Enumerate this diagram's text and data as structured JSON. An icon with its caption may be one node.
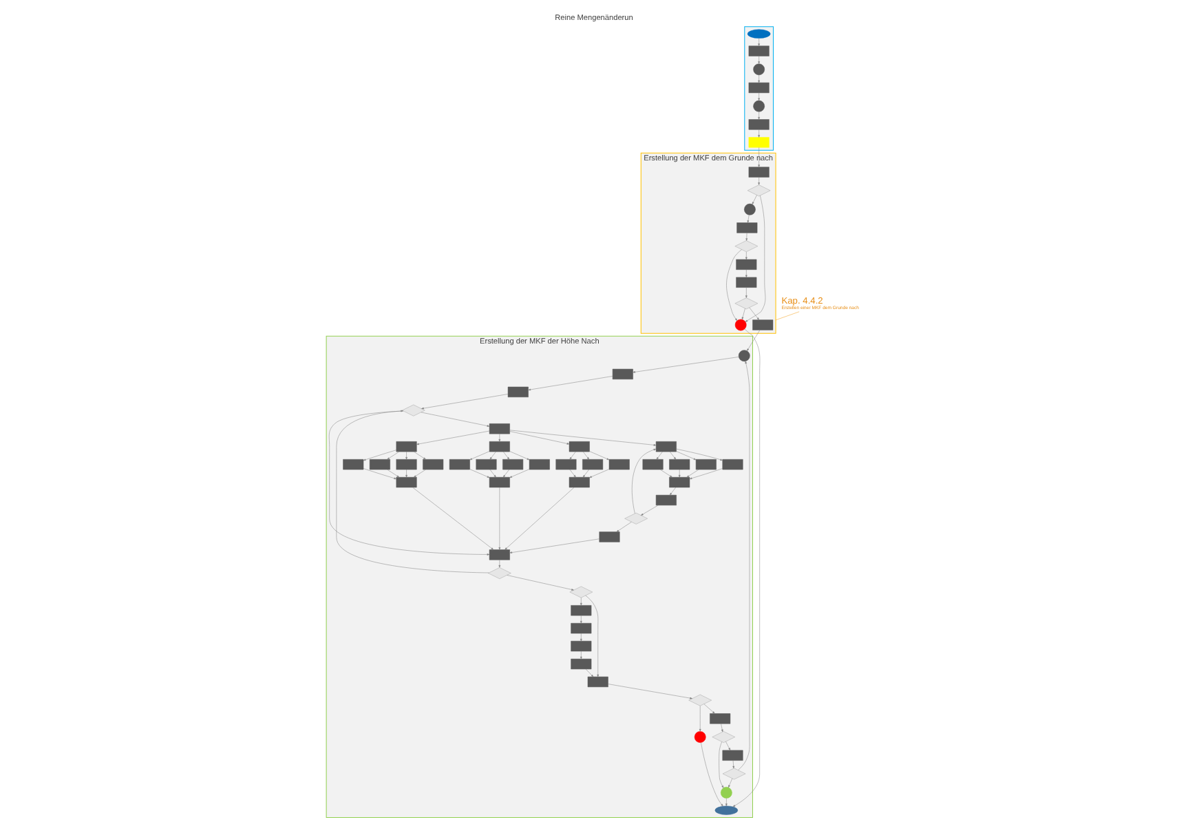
{
  "diagram": {
    "title": "Reine Mengenänderun",
    "nodes": [
      {
        "text": [],
        "shape": "box"
      },
      {
        "text": [
          "Erstellung der MKF dem Grunde nach"
        ]
      },
      {
        "text": [
          "Erstellung der MKF der Höhe Nach"
        ]
      },
      {
        "text": [],
        "shape": "oval",
        "in": 0
      },
      {
        "text": [],
        "shape": "box",
        "in": 0
      },
      {
        "text": [],
        "shape": "circle",
        "in": 0
      },
      {
        "text": [],
        "shape": "box",
        "in": 0
      },
      {
        "text": [],
        "shape": "circle",
        "in": 0
      },
      {
        "text": [],
        "shape": "box",
        "in": 0
      },
      {
        "text": [],
        "shape": "box",
        "in": 0
      },
      {
        "text": [],
        "shape": "box",
        "in": 1
      },
      {
        "text": [],
        "shape": "diamond",
        "in": 1
      },
      {
        "text": [],
        "shape": "box",
        "in": 1
      },
      {
        "text": [],
        "shape": "box",
        "in": 1
      },
      {
        "text": [],
        "shape": "diamond",
        "in": 1
      },
      {
        "text": [],
        "shape": "box",
        "in": 1
      },
      {
        "text": [],
        "shape": "circle",
        "in": 1
      },
      {
        "text": [],
        "shape": "diamond",
        "in": 1
      },
      {
        "text": [],
        "shape": "box",
        "in": 1
      },
      {
        "text": [],
        "shape": "circle",
        "in": 1
      },
      {
        "text": [],
        "shape": "circle",
        "in": 2
      },
      {
        "text": [],
        "shape": "box",
        "in": 2
      },
      {
        "text": [],
        "shape": "box",
        "in": 2
      },
      {
        "text": [],
        "shape": "box",
        "in": 2
      },
      {
        "text": [],
        "shape": "diamond",
        "in": 2
      },
      {
        "text": [],
        "shape": "box",
        "in": 2
      },
      {
        "text": [],
        "shape": "box",
        "in": 2
      },
      {
        "text": [],
        "shape": "box",
        "in": 2
      },
      {
        "text": [],
        "shape": "box",
        "in": 2
      },
      {
        "text": [],
        "shape": "box",
        "in": 2
      },
      {
        "text": [],
        "shape": "box",
        "in": 2
      },
      {
        "text": [],
        "shape": "box",
        "in": 2
      },
      {
        "text": [],
        "shape": "diamond",
        "in": 2
      },
      {
        "text": [],
        "shape": "box",
        "in": 2
      },
      {
        "text": [],
        "shape": "box",
        "in": 2
      },
      {
        "text": [],
        "shape": "box",
        "in": 2
      },
      {
        "text": [],
        "shape": "box",
        "in": 2
      },
      {
        "text": [],
        "shape": "box",
        "in": 2
      },
      {
        "text": [],
        "shape": "box",
        "in": 2
      },
      {
        "text": [],
        "shape": "box",
        "in": 2
      },
      {
        "text": [],
        "shape": "box",
        "in": 2
      },
      {
        "text": [],
        "shape": "box",
        "in": 2
      },
      {
        "text": [],
        "shape": "box",
        "in": 2
      },
      {
        "text": [],
        "shape": "box",
        "in": 2
      },
      {
        "text": [],
        "shape": "box",
        "in": 2
      },
      {
        "text": [],
        "shape": "box",
        "in": 2
      },
      {
        "text": [],
        "shape": "box",
        "in": 2
      },
      {
        "text": [],
        "shape": "box",
        "in": 2
      },
      {
        "text": [],
        "shape": "box",
        "in": 2
      },
      {
        "text": [],
        "shape": "box",
        "in": 2
      },
      {
        "text": [],
        "shape": "box",
        "in": 2
      },
      {
        "text": [],
        "shape": "box",
        "in": 2
      },
      {
        "text": [],
        "shape": "diamond",
        "in": 2
      },
      {
        "text": [],
        "shape": "diamond",
        "in": 2
      },
      {
        "text": [],
        "shape": "box",
        "in": 2
      },
      {
        "text": [],
        "shape": "box",
        "in": 2
      },
      {
        "text": [],
        "shape": "box",
        "in": 2
      },
      {
        "text": [],
        "shape": "box",
        "in": 2
      },
      {
        "text": [],
        "shape": "box",
        "in": 2
      },
      {
        "text": [],
        "shape": "diamond",
        "in": 2
      },
      {
        "text": [],
        "shape": "box",
        "in": 2
      },
      {
        "text": [],
        "shape": "diamond",
        "in": 2
      },
      {
        "text": [],
        "shape": "box",
        "in": 2
      },
      {
        "text": [],
        "shape": "diamond",
        "in": 2
      },
      {
        "text": [],
        "shape": "circle",
        "in": 2
      },
      {
        "text": [],
        "shape": "circle",
        "in": 2
      },
      {
        "text": [],
        "shape": "oval",
        "in": 2
      },
      {
        "text": [
          "Kap. 4.4.2",
          "Erstellen einer MKF dem Grunde nach"
        ]
      }
    ],
    "edges": [
      {
        "from": 3,
        "to": 4,
        "arrow": "to"
      },
      {
        "from": 4,
        "to": 5,
        "arrow": "to"
      },
      {
        "from": 5,
        "to": 6,
        "arrow": "to"
      },
      {
        "from": 6,
        "to": 7,
        "arrow": "to"
      },
      {
        "from": 7,
        "to": 8,
        "arrow": "to"
      },
      {
        "from": 8,
        "to": 9,
        "arrow": "to"
      },
      {
        "from": 9,
        "to": 18,
        "arrow": "to"
      },
      {
        "from": 18,
        "to": 17,
        "arrow": "to"
      },
      {
        "from": 17,
        "to": 16,
        "arrow": "to"
      },
      {
        "from": 16,
        "to": 15,
        "arrow": "to"
      },
      {
        "from": 15,
        "to": 14,
        "arrow": "to"
      },
      {
        "from": 14,
        "to": 13,
        "arrow": "to"
      },
      {
        "from": 13,
        "to": 12,
        "arrow": "to"
      },
      {
        "from": 12,
        "to": 11,
        "arrow": "to"
      },
      {
        "from": 11,
        "to": 10,
        "arrow": "to"
      },
      {
        "from": 11,
        "to": 19,
        "arrow": "to"
      },
      {
        "from": 14,
        "to": 19,
        "arrow": "to"
      },
      {
        "from": 17,
        "to": 19,
        "arrow": "to"
      },
      {
        "from": 10,
        "to": 20,
        "arrow": "to"
      },
      {
        "from": 20,
        "to": 22,
        "arrow": "to"
      },
      {
        "from": 22,
        "to": 23,
        "arrow": "to"
      },
      {
        "from": 23,
        "to": 24,
        "arrow": "to"
      },
      {
        "from": 24,
        "to": 21,
        "arrow": "to"
      },
      {
        "from": 21,
        "to": 25,
        "arrow": "to"
      },
      {
        "from": 21,
        "to": 33,
        "arrow": "to"
      },
      {
        "from": 21,
        "to": 39,
        "arrow": "to"
      },
      {
        "from": 21,
        "to": 45,
        "arrow": "to"
      },
      {
        "from": 25,
        "to": 26,
        "arrow": "to"
      },
      {
        "from": 25,
        "to": 27,
        "arrow": "to"
      },
      {
        "from": 25,
        "to": 28,
        "arrow": "to"
      },
      {
        "from": 25,
        "to": 29,
        "arrow": "to"
      },
      {
        "from": 26,
        "to": 30,
        "arrow": "to"
      },
      {
        "from": 27,
        "to": 30,
        "arrow": "to"
      },
      {
        "from": 28,
        "to": 30,
        "arrow": "to"
      },
      {
        "from": 29,
        "to": 30,
        "arrow": "to"
      },
      {
        "from": 30,
        "to": 31,
        "arrow": "to"
      },
      {
        "from": 31,
        "to": 32,
        "arrow": "to"
      },
      {
        "from": 32,
        "to": 25,
        "arrow": "to"
      },
      {
        "from": 32,
        "to": 50,
        "arrow": "to"
      },
      {
        "from": 33,
        "to": 34,
        "arrow": "to"
      },
      {
        "from": 33,
        "to": 35,
        "arrow": "to"
      },
      {
        "from": 33,
        "to": 36,
        "arrow": "to"
      },
      {
        "from": 33,
        "to": 37,
        "arrow": "to"
      },
      {
        "from": 34,
        "to": 38,
        "arrow": "to"
      },
      {
        "from": 35,
        "to": 38,
        "arrow": "to"
      },
      {
        "from": 36,
        "to": 38,
        "arrow": "to"
      },
      {
        "from": 37,
        "to": 38,
        "arrow": "to"
      },
      {
        "from": 39,
        "to": 40,
        "arrow": "to"
      },
      {
        "from": 39,
        "to": 41,
        "arrow": "to"
      },
      {
        "from": 39,
        "to": 42,
        "arrow": "to"
      },
      {
        "from": 39,
        "to": 43,
        "arrow": "to"
      },
      {
        "from": 40,
        "to": 44,
        "arrow": "to"
      },
      {
        "from": 41,
        "to": 44,
        "arrow": "to"
      },
      {
        "from": 42,
        "to": 44,
        "arrow": "to"
      },
      {
        "from": 43,
        "to": 44,
        "arrow": "to"
      },
      {
        "from": 45,
        "to": 46,
        "arrow": "to"
      },
      {
        "from": 45,
        "to": 47,
        "arrow": "to"
      },
      {
        "from": 45,
        "to": 48,
        "arrow": "to"
      },
      {
        "from": 46,
        "to": 49,
        "arrow": "to"
      },
      {
        "from": 47,
        "to": 49,
        "arrow": "to"
      },
      {
        "from": 48,
        "to": 49,
        "arrow": "to"
      },
      {
        "from": 50,
        "to": 51,
        "arrow": "to"
      },
      {
        "from": 38,
        "to": 51,
        "arrow": "to"
      },
      {
        "from": 44,
        "to": 51,
        "arrow": "to"
      },
      {
        "from": 49,
        "to": 51,
        "arrow": "to"
      },
      {
        "from": 24,
        "to": 51,
        "arrow": "to"
      },
      {
        "from": 51,
        "to": 52,
        "arrow": "to"
      },
      {
        "from": 52,
        "to": 24,
        "arrow": "to"
      },
      {
        "from": 52,
        "to": 53,
        "arrow": "to"
      },
      {
        "from": 53,
        "to": 54,
        "arrow": "to"
      },
      {
        "from": 53,
        "to": 58,
        "arrow": "to"
      },
      {
        "from": 58,
        "to": 57,
        "arrow": "to"
      },
      {
        "from": 57,
        "to": 56,
        "arrow": "to"
      },
      {
        "from": 56,
        "to": 55,
        "arrow": "to"
      },
      {
        "from": 55,
        "to": 54,
        "arrow": "to"
      },
      {
        "from": 54,
        "to": 59,
        "arrow": "to"
      },
      {
        "from": 59,
        "to": 60,
        "arrow": "to"
      },
      {
        "from": 59,
        "to": 64,
        "arrow": "to"
      },
      {
        "from": 60,
        "to": 61,
        "arrow": "to"
      },
      {
        "from": 61,
        "to": 62,
        "arrow": "to"
      },
      {
        "from": 61,
        "to": 65,
        "arrow": "to"
      },
      {
        "from": 62,
        "to": 63,
        "arrow": "to"
      },
      {
        "from": 63,
        "to": 20,
        "arrow": "to"
      },
      {
        "from": 63,
        "to": 65,
        "arrow": "to"
      },
      {
        "from": 65,
        "to": 66,
        "arrow": "to"
      },
      {
        "from": 64,
        "to": 66,
        "arrow": "to"
      },
      {
        "from": 19,
        "to": 66,
        "arrow": "to"
      },
      {
        "from": 67,
        "to": 1,
        "arrow": "none",
        "color": "#f39c12"
      }
    ]
  }
}
